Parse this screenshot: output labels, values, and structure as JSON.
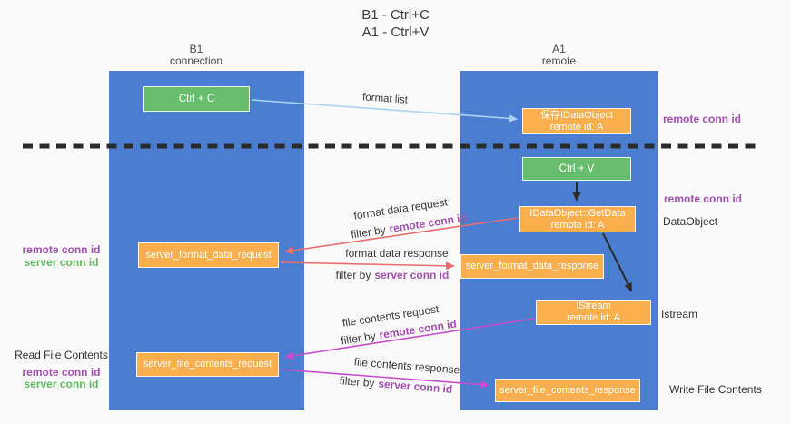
{
  "title": {
    "line1": "B1 - Ctrl+C",
    "line2": "A1 - Ctrl+V"
  },
  "lanes": {
    "left": {
      "name": "B1",
      "role": "connection"
    },
    "right": {
      "name": "A1",
      "role": "remote"
    }
  },
  "nodes": {
    "ctrl_c": {
      "label": "Ctrl + C"
    },
    "ctrl_v": {
      "label": "Ctrl + V"
    },
    "save_dataobject": {
      "line1": "保存IDataObject",
      "line2": "remote id: A"
    },
    "getdata": {
      "line1": "IDataObject::GetData",
      "line2": "remote id: A"
    },
    "istream": {
      "line1": "IStream",
      "line2": "remote id: A"
    },
    "server_format_data_request": {
      "label": "server_format_data_request"
    },
    "server_format_data_response": {
      "label": "server_format_data_response"
    },
    "server_file_contents_request": {
      "label": "server_file_contents_request"
    },
    "server_file_contents_response": {
      "label": "server_file_contents_response"
    }
  },
  "flow_labels": {
    "format_list": "format list",
    "format_data_request": "format data request",
    "format_data_request_filter_prefix": "filter by",
    "format_data_request_filter_key": "remote conn id",
    "format_data_response": "format data response",
    "format_data_response_filter_prefix": "filter by",
    "format_data_response_filter_key": "server conn id",
    "file_contents_request": "file contents request",
    "file_contents_request_filter_prefix": "filter by",
    "file_contents_request_filter_key": "remote conn id",
    "file_contents_response": "file contents response",
    "file_contents_response_filter_prefix": "filter by",
    "file_contents_response_filter_key": "server conn id"
  },
  "side_labels": {
    "right_remote_conn_id_top": "remote conn id",
    "right_remote_conn_id_mid": "remote conn id",
    "dataobject": "DataObject",
    "istream": "Istream",
    "write_file_contents": "Write File Contents",
    "left_remote_conn_id_top": "remote conn id",
    "left_server_conn_id_top": "server conn id",
    "read_file_contents": "Read File Contents",
    "left_remote_conn_id_bottom": "remote conn id",
    "left_server_conn_id_bottom": "server conn id"
  },
  "colors": {
    "lane_blue": "#4b7dd0",
    "node_green": "#69be6e",
    "node_orange": "#f9af4d",
    "accent_purple": "#a550b4",
    "accent_green": "#5fb95f",
    "arrow_red": "#eb6e6e",
    "arrow_magenta": "#c94ccc",
    "arrow_lightblue": "#a9d3f2",
    "arrow_black": "#2b2b2b",
    "dashed_line": "#2b2b2b"
  }
}
